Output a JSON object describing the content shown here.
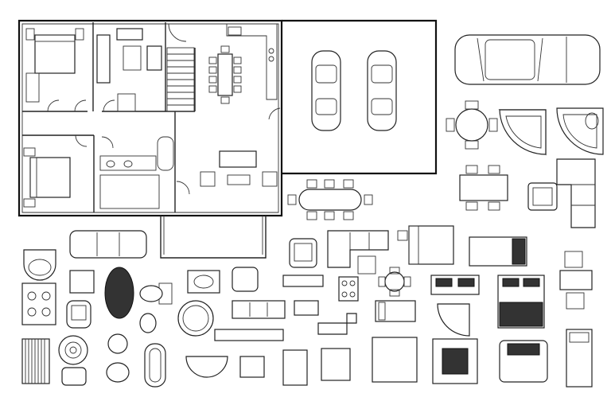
{
  "sheet": {
    "background": "#ffffff",
    "line_color": "#222222"
  },
  "floor_plan": {
    "rooms": [
      "bedroom-1",
      "living-room",
      "stair",
      "dining-kitchen",
      "garage",
      "bedroom-2",
      "bathroom",
      "lounge",
      "porch"
    ],
    "garage_cars": 2
  },
  "symbol_library": [
    "car-top-view",
    "round-table-4-chairs",
    "corner-bathtub",
    "corner-spa-tub",
    "rectangular-table-6-chairs",
    "armchair",
    "l-shaped-sofa",
    "oval-table-8-chairs",
    "three-seat-sofa",
    "single-bed",
    "sectional-sofa",
    "lounge-chair",
    "shower-tray",
    "double-bed",
    "gas-stove",
    "office-chair",
    "oval-rug",
    "toilet",
    "washbasin",
    "striped-rug",
    "round-rug",
    "bidet",
    "freestanding-bathtub",
    "round-dining-set",
    "bench",
    "cooktop",
    "double-sink"
  ]
}
